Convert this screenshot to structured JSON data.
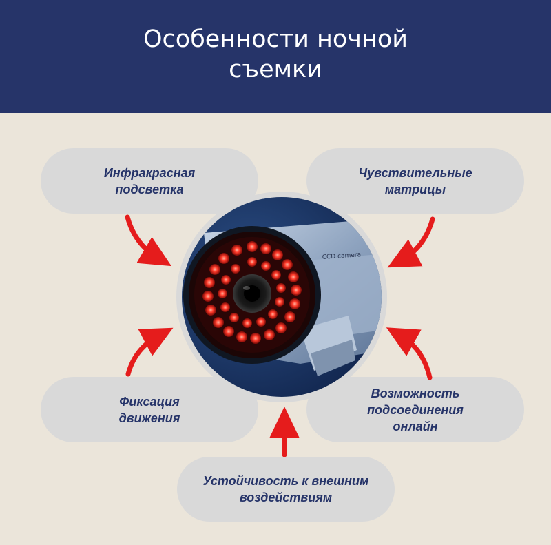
{
  "header": {
    "title": "Особенности ночной съемки"
  },
  "features": {
    "infrared": "Инфракрасная подсветка",
    "sensors": "Чувствительные матрицы",
    "motion": "Фиксация движения",
    "online": "Возможность подсоединения онлайн",
    "resistance": "Устойчивость к внешним воздействиям"
  },
  "camera": {
    "housing_label": "CCD camera"
  },
  "colors": {
    "header_bg": "#263469",
    "page_bg": "#ebe5da",
    "pill_bg": "#d9d9d9",
    "text": "#263469",
    "arrow": "#e51c1c",
    "ir_led": "#ff3a2a"
  }
}
